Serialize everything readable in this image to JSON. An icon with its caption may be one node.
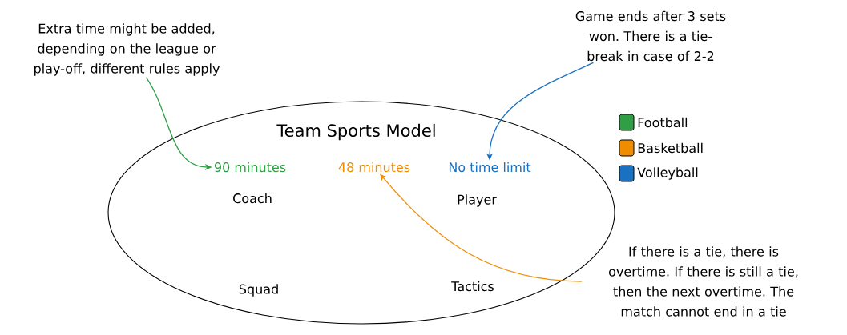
{
  "diagram": {
    "nodes": [
      {
        "text": [
          "Extra time might be added, depending on the league or play-off, different rules apply"
        ]
      },
      {
        "text": [
          "Game ends after 3 sets won. There is a tie-break in case of 2-2"
        ]
      },
      {
        "text": [
          "Team Sports Model",
          "Coach",
          "Player",
          "Squad",
          "Tactics"
        ]
      },
      {
        "text": [
          "90 minutes"
        ],
        "in": 2
      },
      {
        "text": [
          "48 minutes"
        ],
        "in": 2
      },
      {
        "text": [
          "No time limit"
        ],
        "in": 2
      },
      {
        "text": [
          "If there is a tie, there is overtime. If there is still a tie, then the next overtime. The match cannot end in a tie"
        ]
      }
    ],
    "edges": [
      {
        "from": 0,
        "to": 3,
        "arrow": "to",
        "color": "#2f9e44"
      },
      {
        "from": 1,
        "to": 5,
        "arrow": "to",
        "color": "#1971c2"
      },
      {
        "from": 6,
        "to": 4,
        "arrow": "to",
        "color": "#f08c00"
      }
    ],
    "legend": [
      {
        "text": "Football",
        "color": "#2f9e44"
      },
      {
        "text": "Basketball",
        "color": "#f08c00"
      },
      {
        "text": "Volleyball",
        "color": "#1971c2"
      }
    ]
  }
}
